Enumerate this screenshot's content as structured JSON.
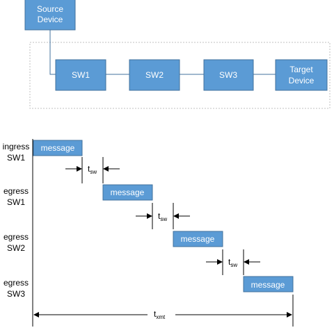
{
  "topology": {
    "source": {
      "line1": "Source",
      "line2": "Device"
    },
    "switches": [
      "SW1",
      "SW2",
      "SW3"
    ],
    "target": {
      "line1": "Target",
      "line2": "Device"
    }
  },
  "timeline": {
    "rows": [
      {
        "line1": "ingress",
        "line2": "SW1"
      },
      {
        "line1": "egress",
        "line2": "SW1"
      },
      {
        "line1": "egress",
        "line2": "SW2"
      },
      {
        "line1": "egress",
        "line2": "SW3"
      }
    ],
    "message_label": "message",
    "switch_delay": {
      "base": "t",
      "sub": "sw"
    },
    "total_time": {
      "base": "t",
      "sub": "xmt"
    }
  }
}
